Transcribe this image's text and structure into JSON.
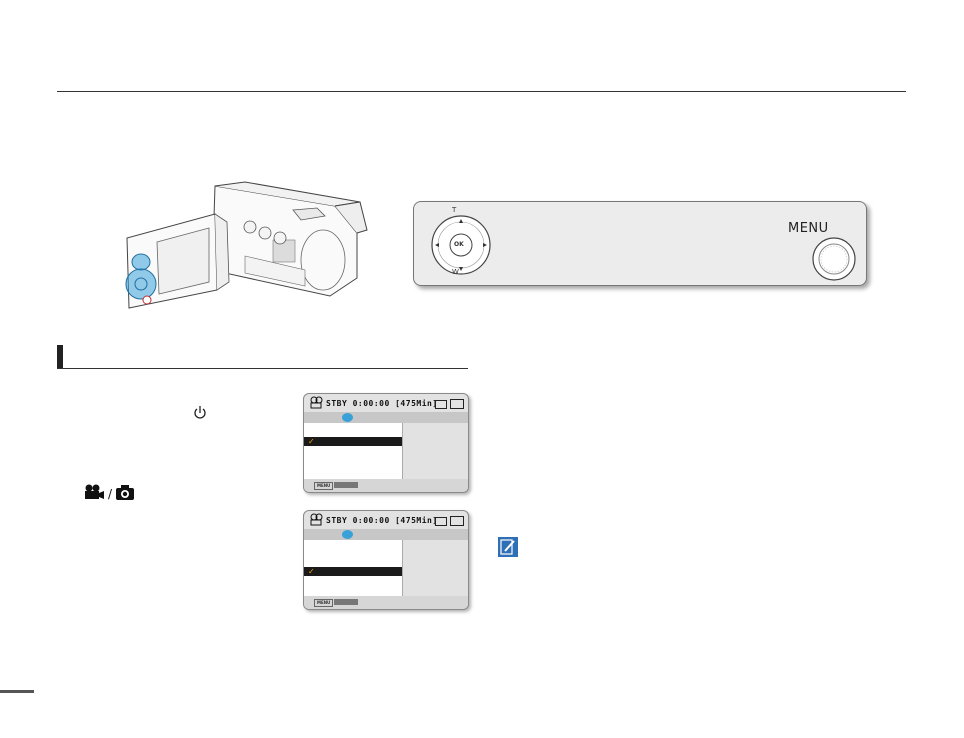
{
  "control_panel": {
    "menu_label": "MENU",
    "zoom_tele": "T",
    "zoom_wide": "W",
    "ok_label": "OK"
  },
  "lcd_screens": [
    {
      "status": "STBY 0:00:00 [475Min]",
      "selected_row": 2
    },
    {
      "status": "STBY 0:00:00 [475Min]",
      "selected_row": 3
    }
  ],
  "icons": {
    "power": "power-icon",
    "movie_mode": "movie-camera-icon",
    "photo_mode": "camera-icon",
    "note": "note-pencil-icon"
  },
  "colors": {
    "accent_blue": "#3aa0d8",
    "lcd_check": "#f0a800",
    "note_blue": "#2f6fb6"
  }
}
